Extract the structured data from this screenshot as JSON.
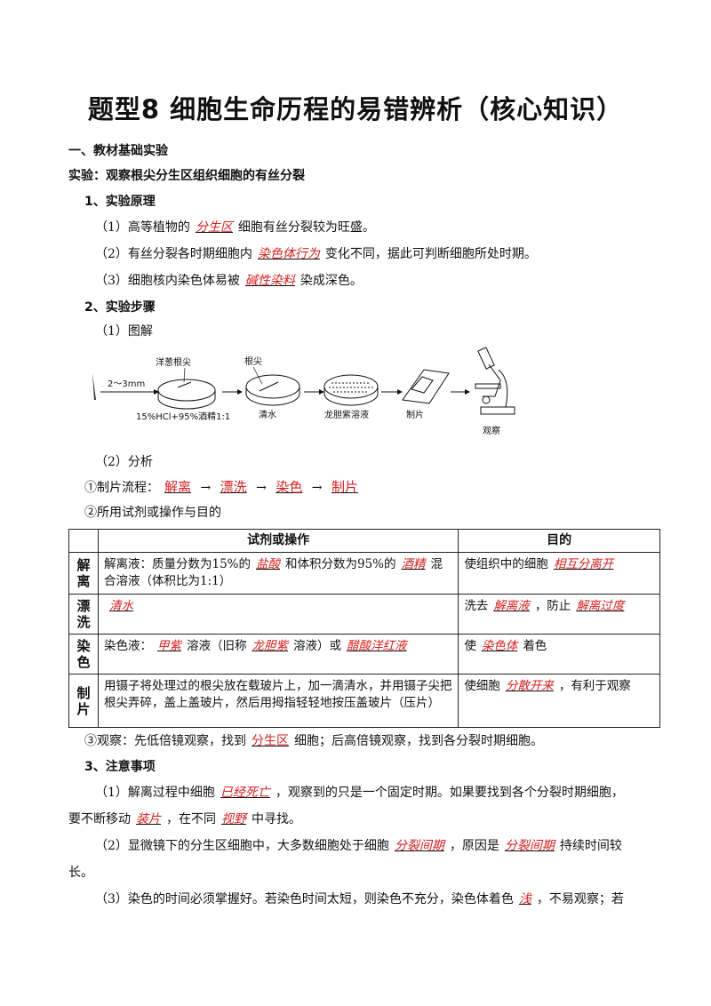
{
  "title": "题型8  细胞生命历程的易错辨析（核心知识）",
  "section1": "一、教材基础实验",
  "experiment": "实验：观察根尖分生区组织细胞的有丝分裂",
  "principle": {
    "heading": "1、实验原理",
    "l1": {
      "a": "（1）高等植物的",
      "ans": "分生区",
      "b": "细胞有丝分裂较为旺盛。"
    },
    "l2": {
      "a": "（2）有丝分裂各时期细胞内",
      "ans": "染色体行为",
      "b": "变化不同，据此可判断细胞所处时期。"
    },
    "l3": {
      "a": "（3）细胞核内染色体易被",
      "ans": "碱性染料",
      "b": "染成深色。"
    }
  },
  "steps": {
    "heading": "2、实验步骤",
    "diagram_label": "（1）图解",
    "diagram": {
      "length": "2～3mm",
      "root_tip_onion": "洋葱根尖",
      "root_tip": "根尖",
      "solution1": "15%HCl+95%酒精1:1",
      "water": "清水",
      "stain": "龙胆紫溶液",
      "slide": "制片",
      "observe": "观察"
    },
    "analysis_label": "（2）分析",
    "flow_prefix": "①制片流程：",
    "flow": [
      "解离",
      "漂洗",
      "染色",
      "制片"
    ],
    "flow_arrow": "→",
    "reagent_label": "②所用试剂或操作与目的"
  },
  "table": {
    "headers": [
      "",
      "试剂或操作",
      "目的"
    ],
    "rows": [
      {
        "head": "解离",
        "op": [
          {
            "t": "解离液：质量分数为15%的"
          },
          {
            "ans": "盐酸"
          },
          {
            "t": "和体积分数为95%的"
          },
          {
            "ans": "酒精"
          },
          {
            "t": "混合溶液（体积比为1:1）"
          }
        ],
        "goal": [
          {
            "t": "使组织中的细胞"
          },
          {
            "ans": "相互分离开"
          }
        ]
      },
      {
        "head": "漂洗",
        "op": [
          {
            "ans": "清水"
          }
        ],
        "goal": [
          {
            "t": "洗去"
          },
          {
            "ans": "解离液"
          },
          {
            "t": "，防止"
          },
          {
            "ans": "解离过度"
          }
        ]
      },
      {
        "head": "染色",
        "op": [
          {
            "t": "染色液："
          },
          {
            "ans": "甲紫"
          },
          {
            "t": "溶液（旧称"
          },
          {
            "ans": "龙胆紫"
          },
          {
            "t": "溶液）或"
          },
          {
            "ans": "醋酸洋红液"
          }
        ],
        "goal": [
          {
            "t": "使"
          },
          {
            "ans": "染色体"
          },
          {
            "t": "着色"
          }
        ]
      },
      {
        "head": "制片",
        "op": [
          {
            "t": "用镊子将处理过的根尖放在载玻片上，加一滴清水，并用镊子尖把根尖弄碎，盖上盖玻片，然后用拇指轻轻地按压盖玻片（压片）"
          }
        ],
        "goal": [
          {
            "t": "使细胞"
          },
          {
            "ans": "分散开来"
          },
          {
            "t": "，有利于观察"
          }
        ]
      }
    ]
  },
  "observe": {
    "a": "③观察：先低倍镜观察，找到",
    "ans": "分生区",
    "b": "细胞；后高倍镜观察，找到各分裂时期细胞。"
  },
  "notes": {
    "heading": "3、注意事项",
    "n1": {
      "a": "（1）解离过程中细胞",
      "ans1": "已经死亡",
      "b": "，观察到的只是一个固定时期。如果要找到各个分裂时期细胞，",
      "c": "要不断移动",
      "ans2": "装片",
      "d": "，在不同",
      "ans3": "视野",
      "e": "中寻找。"
    },
    "n2": {
      "a": "（2）显微镜下的分生区细胞中，大多数细胞处于细胞",
      "ans1": "分裂间期",
      "b": "，原因是",
      "ans2": "分裂间期",
      "c": "持续时间较",
      "d": "长。"
    },
    "n3": {
      "a": "（3）染色的时间必须掌握好。若染色时间太短，则染色不充分，染色体着色",
      "ans": "浅",
      "b": "，不易观察；若"
    }
  }
}
